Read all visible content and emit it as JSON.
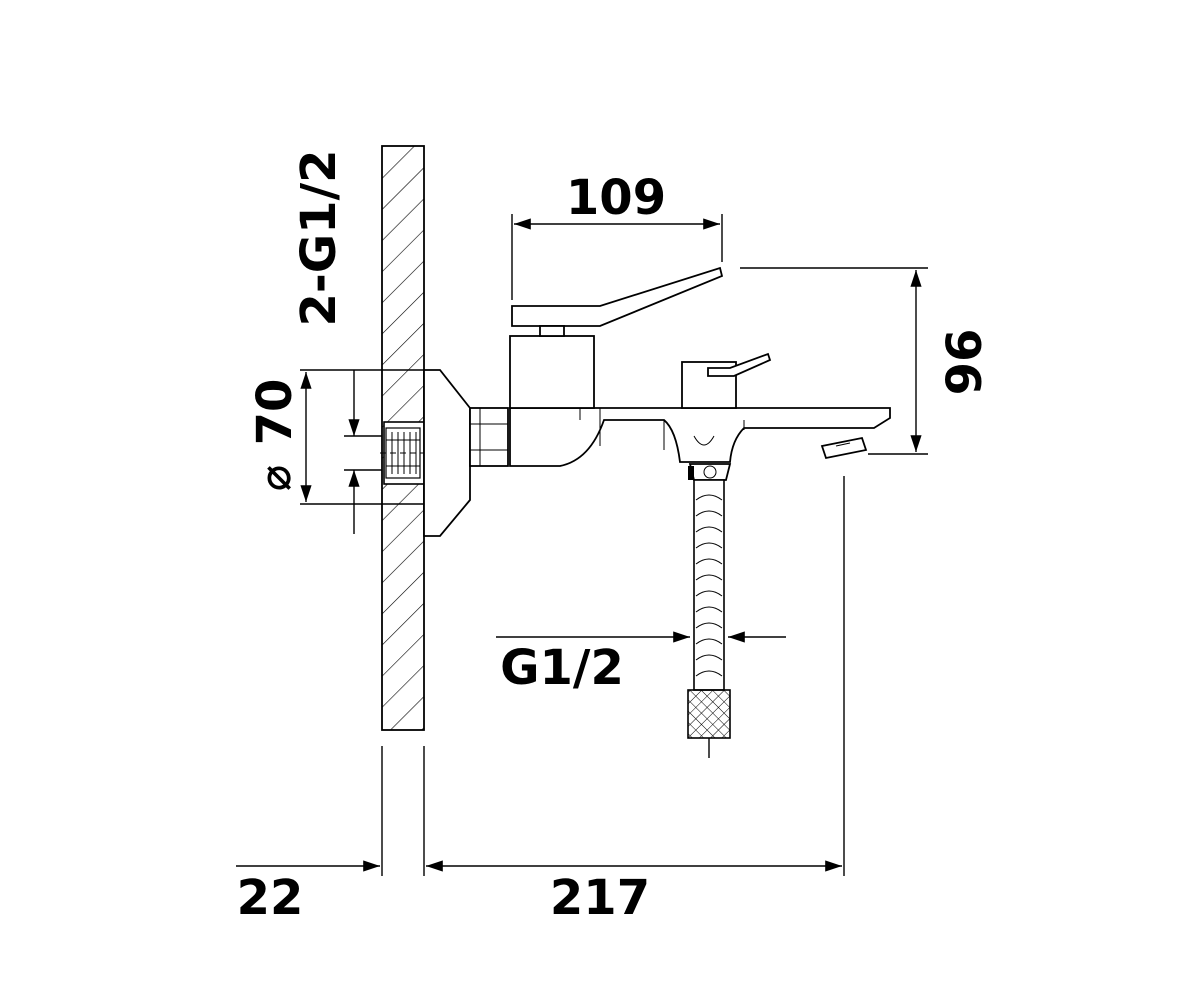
{
  "diagram": {
    "labels": {
      "inlet_thread": "2-G1/2",
      "flange_diameter": "70",
      "diameter_symbol": "⌀",
      "hose_thread": "G1/2",
      "handle_reach": "109",
      "spout_height": "96",
      "wall_thickness": "22",
      "projection": "217"
    }
  }
}
